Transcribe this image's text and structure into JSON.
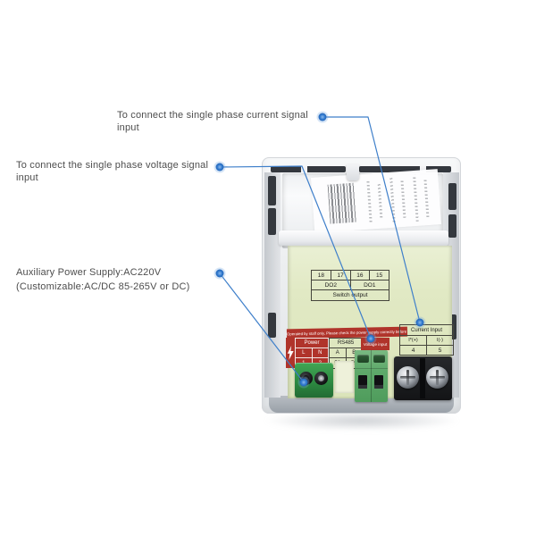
{
  "annotations": {
    "current_signal": {
      "line1": "To connect the single phase current signal",
      "line2": "input"
    },
    "voltage_signal": {
      "line1": "To connect the single phase voltage signal",
      "line2": "input"
    },
    "aux_power": {
      "line1": "Auxiliary Power Supply:AC220V",
      "line2": "(Customizable:AC/DC 85-265V or DC)"
    }
  },
  "device": {
    "switch_output": {
      "terminal_numbers": [
        "18",
        "17",
        "16",
        "15"
      ],
      "relay_labels": [
        "DO2",
        "DO1"
      ],
      "caption": "Switch output"
    },
    "warning_text": "Operated by staff only, Please check the power supply correctly before power on!",
    "power": {
      "title": "Power",
      "terminals": [
        "L",
        "N"
      ],
      "numbers": [
        "1",
        "2"
      ]
    },
    "rs485": {
      "title": "RS485",
      "terminals": [
        "A",
        "B"
      ],
      "numbers": [
        "58",
        "59"
      ]
    },
    "voltage_input": {
      "title": "Voltage input"
    },
    "current_input": {
      "title": "Current Input",
      "terminals": [
        "I*(+)",
        "I(-)"
      ],
      "numbers": [
        "4",
        "5"
      ]
    }
  },
  "icons": {
    "lightning": "high-voltage-lightning-bolt",
    "barcode": "product-barcode",
    "callout_dot": "annotation-anchor-point"
  },
  "colors": {
    "annotation_blue": "#3e7fca",
    "annotation_text": "#4d4d4d",
    "warning_red": "#b0342b",
    "panel_green": "#e1e9c4",
    "power_terminal_green": "#2c8740",
    "voltage_terminal_green": "#5ea96a",
    "current_terminal_black": "#17181a"
  }
}
